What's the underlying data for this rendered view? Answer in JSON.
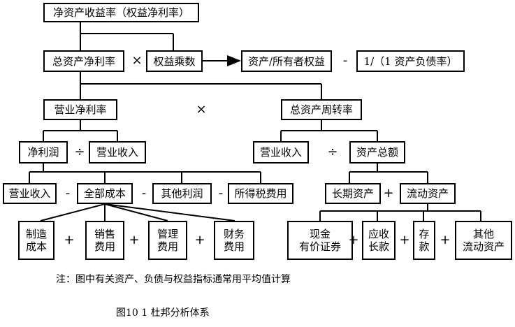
{
  "nodes": {
    "roe": "净资产收益率（权益净利率）",
    "roa": "总资产净利率",
    "equity_multiplier": "权益乘数",
    "assets_over_equity": "资产/所有者权益",
    "one_over": "1/（1 资产负债率）",
    "operating_margin": "营业净利率",
    "asset_turnover": "总资产周转率",
    "net_profit": "净利润",
    "revenue_a": "营业收入",
    "revenue_b": "营业收入",
    "total_assets": "资产总额",
    "revenue_c": "营业收入",
    "total_cost": "全部成本",
    "other_profit": "其他利润",
    "income_tax": "所得税费用",
    "long_term_assets": "长期资产",
    "current_assets": "流动资产",
    "manufacturing_cost": "制造\n成本",
    "selling_expense": "销售\n费用",
    "admin_expense": "管理\n费用",
    "finance_expense": "财务\n费用",
    "cash_securities": "现金\n有价证券",
    "receivables": "应收\n长款",
    "inventory": "存\n款",
    "other_current_assets": "其他\n流动资产"
  },
  "operators": {
    "times_1": "×",
    "minus_1": "-",
    "times_2": "×",
    "divide_1": "÷",
    "divide_2": "÷",
    "minus_2": "-",
    "minus_3": "-",
    "minus_4": "-",
    "plus_1": "+",
    "plus_2": "+",
    "plus_3": "+",
    "plus_4": "+",
    "plus_5": "+",
    "plus_6": "+",
    "plus_7": "+"
  },
  "note": "注：图中有关资产、负债与权益指标通常用平均值计算",
  "caption": "图10 1   杜邦分析体系"
}
